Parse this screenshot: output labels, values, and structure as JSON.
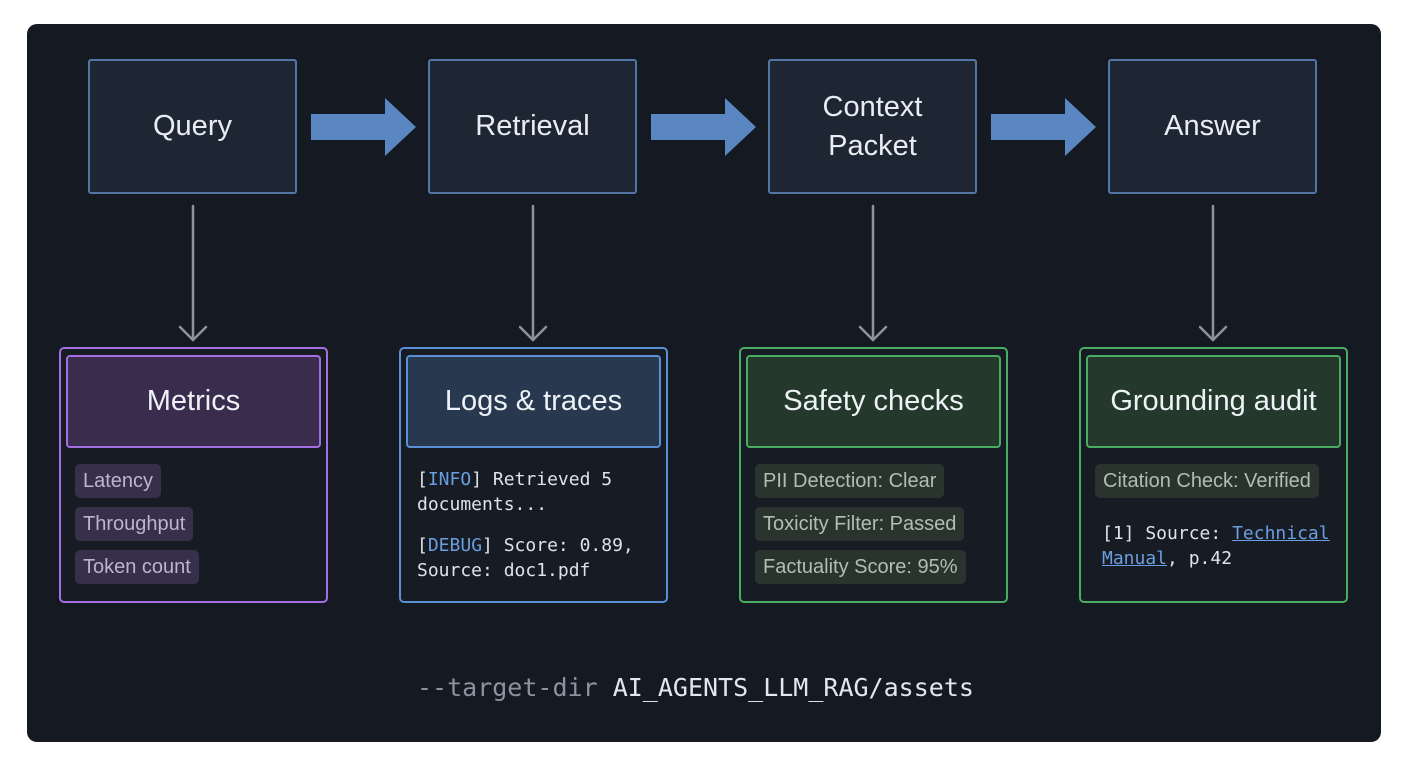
{
  "pipeline": {
    "stages": [
      {
        "label": "Query"
      },
      {
        "label": "Retrieval"
      },
      {
        "label": "Context\nPacket"
      },
      {
        "label": "Answer"
      }
    ]
  },
  "observability": {
    "metrics": {
      "title": "Metrics",
      "tags": [
        "Latency",
        "Throughput",
        "Token count"
      ],
      "accent": "#a46ee0"
    },
    "logs": {
      "title": "Logs & traces",
      "accent": "#5a8fd6",
      "lines": [
        {
          "level": "INFO",
          "line1": "Retrieved 5",
          "line2": "documents..."
        },
        {
          "level": "DEBUG",
          "line1": "Score: 0.89,",
          "line2": "Source: doc1.pdf"
        }
      ]
    },
    "safety": {
      "title": "Safety checks",
      "accent": "#48ad63",
      "tags": [
        "PII Detection: Clear",
        "Toxicity Filter: Passed",
        "Factuality Score: 95%"
      ]
    },
    "grounding": {
      "title": "Grounding audit",
      "accent": "#48ad63",
      "check": "Citation Check: Verified",
      "citation": {
        "prefix": "[1] Source:",
        "link_part1": "Technical",
        "link_part2": "Manual",
        "suffix": ", p.42"
      }
    }
  },
  "footer": {
    "flag": "--target-dir",
    "path": "AI_AGENTS_LLM_RAG/assets"
  },
  "colors": {
    "background": "#151a22",
    "stage_border": "#5176a6",
    "flow_arrow": "#5a86c2",
    "connector": "#8d939c"
  }
}
